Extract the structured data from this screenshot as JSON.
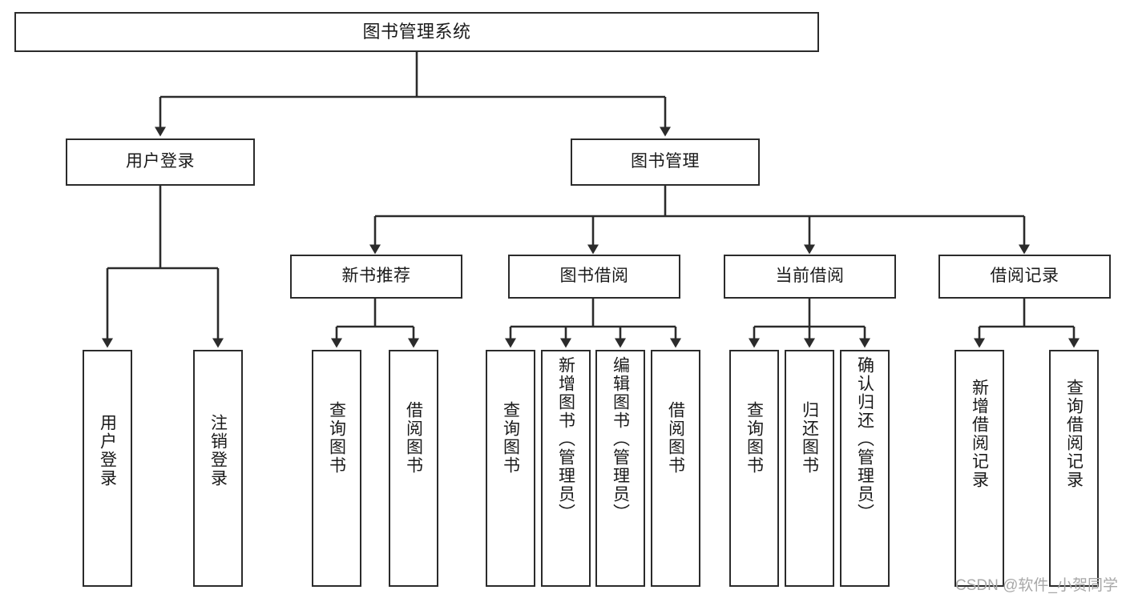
{
  "diagram": {
    "type": "tree-hierarchy",
    "title": "图书管理系统",
    "orientation": "top-down",
    "colors": {
      "stroke": "#2b2b2b",
      "fill": "#ffffff",
      "text": "#1a1a1a",
      "watermark": "#a8a8a8"
    },
    "levels": {
      "root": {
        "label": "图书管理系统"
      },
      "level1": [
        {
          "id": "user-login",
          "label": "用户登录"
        },
        {
          "id": "book-management",
          "label": "图书管理"
        }
      ],
      "level2": [
        {
          "id": "new-book-recommend",
          "label": "新书推荐",
          "parent": "book-management"
        },
        {
          "id": "book-borrow",
          "label": "图书借阅",
          "parent": "book-management"
        },
        {
          "id": "current-borrow",
          "label": "当前借阅",
          "parent": "book-management"
        },
        {
          "id": "borrow-record",
          "label": "借阅记录",
          "parent": "book-management"
        }
      ],
      "leaves": [
        {
          "id": "leaf-user-login",
          "label": "用户登录",
          "parent": "user-login"
        },
        {
          "id": "leaf-logout-login",
          "label": "注销登录",
          "parent": "user-login"
        },
        {
          "id": "leaf-query-book-1",
          "label": "查询图书",
          "parent": "new-book-recommend"
        },
        {
          "id": "leaf-borrow-book-1",
          "label": "借阅图书",
          "parent": "new-book-recommend"
        },
        {
          "id": "leaf-query-book-2",
          "label": "查询图书",
          "parent": "book-borrow"
        },
        {
          "id": "leaf-add-book",
          "label": "新增图书（管理员）",
          "parent": "book-borrow"
        },
        {
          "id": "leaf-edit-book",
          "label": "编辑图书（管理员）",
          "parent": "book-borrow"
        },
        {
          "id": "leaf-borrow-book-2",
          "label": "借阅图书",
          "parent": "book-borrow"
        },
        {
          "id": "leaf-query-book-3",
          "label": "查询图书",
          "parent": "current-borrow"
        },
        {
          "id": "leaf-return-book",
          "label": "归还图书",
          "parent": "current-borrow"
        },
        {
          "id": "leaf-confirm-return",
          "label": "确认归还（管理员）",
          "parent": "current-borrow"
        },
        {
          "id": "leaf-add-record",
          "label": "新增借阅记录",
          "parent": "borrow-record"
        },
        {
          "id": "leaf-query-record",
          "label": "查询借阅记录",
          "parent": "borrow-record"
        }
      ]
    }
  },
  "watermark": {
    "text": "CSDN @软件_小贺同学"
  }
}
